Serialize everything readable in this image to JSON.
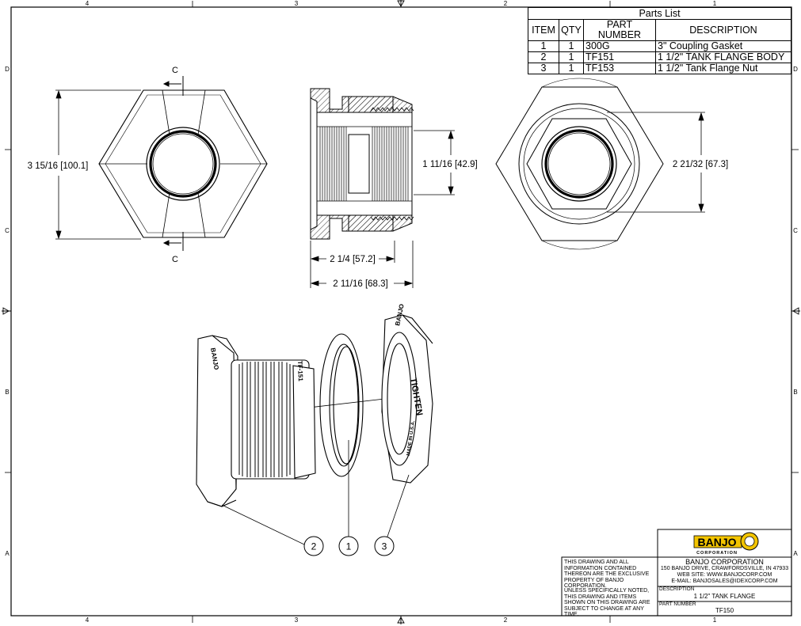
{
  "grid": {
    "columns": [
      "4",
      "3",
      "2",
      "1"
    ],
    "rows": [
      "D",
      "C",
      "B",
      "A"
    ]
  },
  "parts_list": {
    "title": "Parts List",
    "headers": [
      "ITEM",
      "QTY",
      "PART NUMBER",
      "DESCRIPTION"
    ],
    "rows": [
      [
        "1",
        "1",
        "300G",
        "3\" Coupling Gasket"
      ],
      [
        "2",
        "1",
        "TF151",
        "1 1/2\" TANK FLANGE BODY"
      ],
      [
        "3",
        "1",
        "TF153",
        "1 1/2\" Tank Flange Nut"
      ]
    ]
  },
  "dimensions": {
    "height_left": "3 15/16 [100.1]",
    "bore": "1 11/16 [42.9]",
    "flats_right": "2 21/32 [67.3]",
    "length_thread": "2 1/4 [57.2]",
    "length_total": "2 11/16 [68.3]"
  },
  "section_label": "C",
  "balloons": [
    "2",
    "1",
    "3"
  ],
  "part_marks": {
    "flange_brand": "BANJO",
    "flange_part": "TF-151",
    "nut_brand": "BANJO",
    "nut_tighten": "TIGHTEN",
    "nut_origin": "MADE IN U.S.A."
  },
  "notes": {
    "property": "THIS DRAWING AND ALL INFORMATION CONTAINED THEREON ARE THE EXCLUSIVE PROPERTY OF BANJO CORPORATION.",
    "change": "UNLESS SPECIFICALLY NOTED, THIS DRAWING AND ITEMS SHOWN ON THIS DRAWING ARE SUBJECT TO CHANGE AT ANY TIME."
  },
  "title_block": {
    "logo": "BANJO",
    "logo_sub": "CORPORATION",
    "company": "BANJO CORPORATION",
    "address": "150 BANJO DRIVE, CRAWFORDSVILLE, IN 47933",
    "web": "WEB SITE: WWW.BANJOCORP.COM",
    "email": "E-MAIL: BANJOSALES@IDEXCORP.COM",
    "description_label": "DESCRIPTION",
    "description": "1 1/2\" TANK FLANGE",
    "part_number_label": "PART NUMBER",
    "part_number": "TF150"
  },
  "colors": {
    "line": "#000000",
    "logo_fill": "#f2c400"
  }
}
